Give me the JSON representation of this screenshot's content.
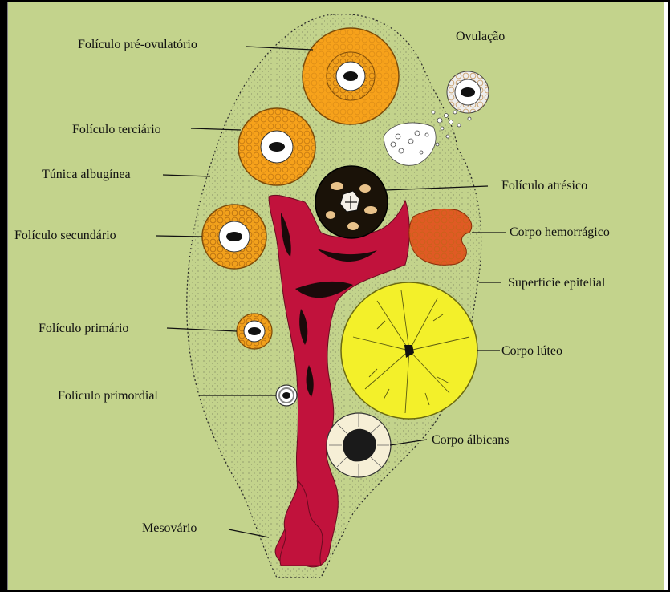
{
  "diagram": {
    "colors": {
      "background": "#c3d38c",
      "border": "#000000",
      "stroma_dots": "#2a2a2a",
      "mature_follicle": "#f7a21b",
      "follicle_cells": "#f2a11c",
      "oocyte_ring": "#ffffff",
      "nucleus": "#111111",
      "atretic": "#1a1208",
      "atretic_spots": "#e8c28a",
      "hemorrhagic": "#e05a24",
      "corpus_luteum": "#f3f02a",
      "corpus_albicans": "#f6efd6",
      "medulla": "#c1123c",
      "medulla_dark": "#1a0a0a"
    },
    "labels": {
      "preovulatory": "Folículo pré-ovulatório",
      "ovulation": "Ovulação",
      "tertiary": "Folículo terciário",
      "tunica": "Túnica albugínea",
      "atretic": "Folículo atrésico",
      "secondary": "Folículo secundário",
      "hemorrhagic": "Corpo hemorrágico",
      "epithelium": "Superfície epitelial",
      "primary": "Folículo primário",
      "luteum": "Corpo lúteo",
      "primordial": "Folículo primordial",
      "albicans": "Corpo álbicans",
      "mesovarium": "Mesovário"
    }
  }
}
